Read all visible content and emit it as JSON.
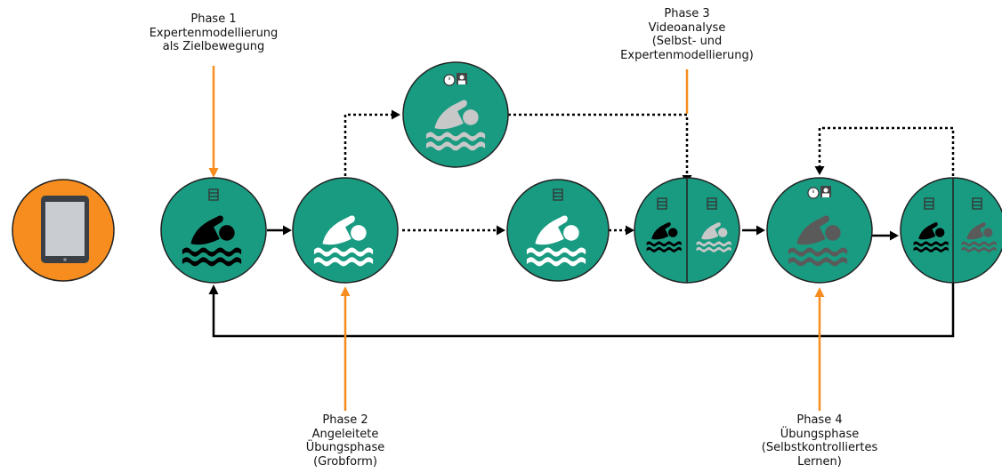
{
  "colors": {
    "teal": "#199b81",
    "orange": "#f68d1e",
    "black": "#000000",
    "white": "#ffffff",
    "gray": "#5a5a5a",
    "light_gray": "#c8c8c8",
    "arrow": "#000000",
    "orange_arrow": "#f68d1e"
  },
  "phases": [
    {
      "label": "Phase 1\nExpertenmodellierung\nals Zielbewegung"
    },
    {
      "label": "Phase 2\nAngeleitete\nÜbungsphase\n(Grobform)"
    },
    {
      "label": "Phase 3\nVideoanalyse\n(Selbst- und\nExpertenmodellierung)"
    },
    {
      "label": "Phase 4\nÜbungsphase\n(Selbstkontrolliertes\nLernen)"
    }
  ],
  "icons": {
    "tablet": "tablet-icon",
    "swimmer": "swimmer-icon",
    "film": "film-strip-icon",
    "timer_person": "timer-person-icon"
  }
}
